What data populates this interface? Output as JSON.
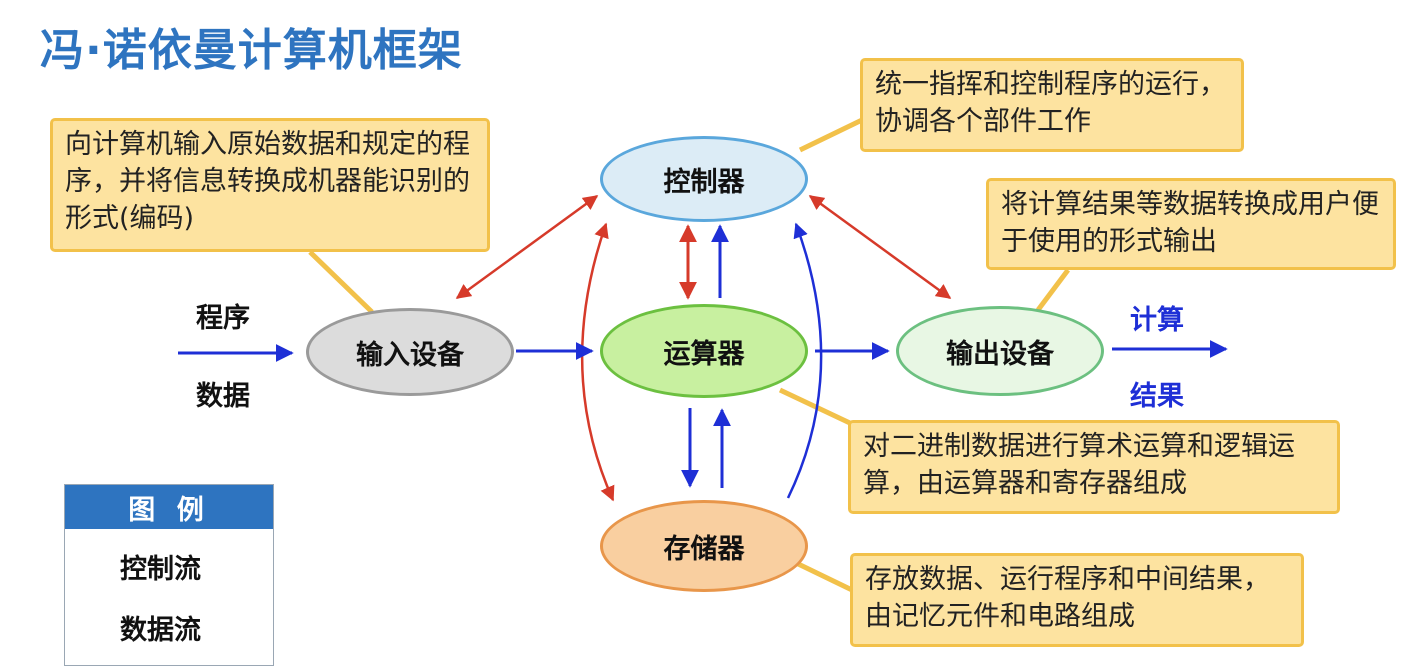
{
  "title": "冯·诺依曼计算机框架",
  "nodes": {
    "controller": "控制器",
    "input": "输入设备",
    "alu": "运算器",
    "output": "输出设备",
    "memory": "存储器"
  },
  "callouts": {
    "input_desc": "向计算机输入原始数据和规定的程序，并将信息转换成机器能识别的形式(编码)",
    "controller_desc": "统一指挥和控制程序的运行，协调各个部件工作",
    "output_desc": "将计算结果等数据转换成用户便于使用的形式输出",
    "alu_desc": "对二进制数据进行算术运算和逻辑运算，由运算器和寄存器组成",
    "memory_desc": "存放数据、运行程序和中间结果，由记忆元件和电路组成"
  },
  "inputs": {
    "program": "程序",
    "data": "数据"
  },
  "outputs": {
    "compute": "计算",
    "result": "结果"
  },
  "legend": {
    "header": "图 例",
    "control_flow": "控制流",
    "data_flow": "数据流"
  },
  "colors": {
    "title": "#2e74c0",
    "control_flow": "#d63a2a",
    "data_flow": "#1e2fd6",
    "callout_fill": "#fde3a0",
    "callout_border": "#f2c14a",
    "controller_fill": "#dcecf6",
    "controller_border": "#5aa7dc",
    "input_fill": "#dcdcdc",
    "input_border": "#9a9a9a",
    "alu_fill": "#c8f0a0",
    "alu_border": "#6cc040",
    "output_fill": "#e8f7e4",
    "output_border": "#6cc080",
    "memory_fill": "#f9cfa0",
    "memory_border": "#e8964a"
  }
}
